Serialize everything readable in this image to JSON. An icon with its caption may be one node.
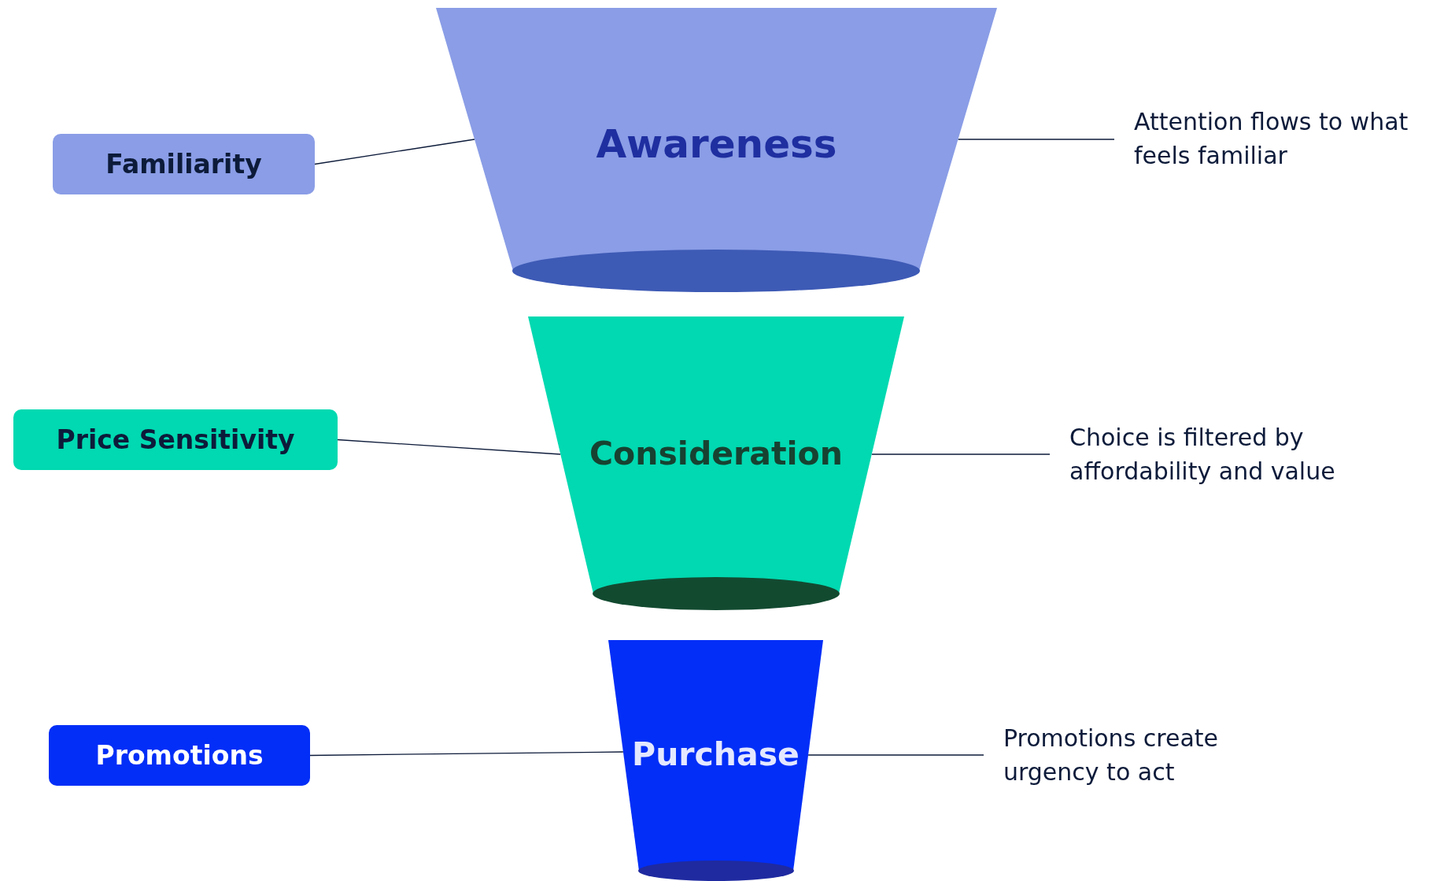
{
  "diagram": {
    "nodes": [
      {
        "text": [
          "Awareness"
        ]
      },
      {
        "text": [
          "Consideration"
        ]
      },
      {
        "text": [
          "Purchase"
        ]
      },
      {
        "text": [
          "Familiarity"
        ]
      },
      {
        "text": [
          "Price Sensitivity"
        ]
      },
      {
        "text": [
          "Promotions"
        ]
      },
      {
        "text": [
          "Attention flows to what feels familiar"
        ]
      },
      {
        "text": [
          "Choice is filtered by affordability and value"
        ]
      },
      {
        "text": [
          "Promotions create urgency to act"
        ]
      }
    ],
    "edges": [
      {
        "from": 3,
        "to": 0,
        "arrow": "none"
      },
      {
        "from": 4,
        "to": 1,
        "arrow": "none"
      },
      {
        "from": 5,
        "to": 2,
        "arrow": "none"
      },
      {
        "from": 0,
        "to": 6,
        "arrow": "none"
      },
      {
        "from": 1,
        "to": 7,
        "arrow": "none"
      },
      {
        "from": 2,
        "to": 8,
        "arrow": "none"
      }
    ]
  }
}
